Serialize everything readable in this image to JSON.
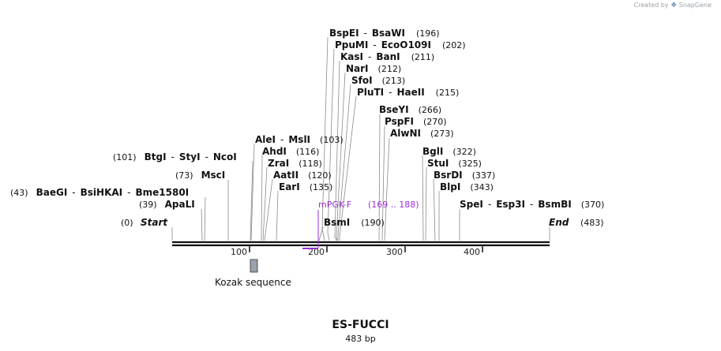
{
  "credit": {
    "prefix": "Created by",
    "brand": "SnapGene"
  },
  "plasmid": {
    "name": "ES-FUCCI",
    "size_label": "483 bp"
  },
  "map": {
    "length_bp": 483,
    "ticks": [
      {
        "label": "100"
      },
      {
        "label": "200"
      },
      {
        "label": "300"
      },
      {
        "label": "400"
      }
    ],
    "ends": [
      {
        "name": "Start",
        "position": 0,
        "pos_label": "(0)"
      },
      {
        "name": "End",
        "position": 483,
        "pos_label": "(483)"
      }
    ],
    "enzymes": [
      {
        "group": "BspEI - BsaWI",
        "pos_label": "(196)",
        "names": [
          "BspEI",
          "BsaWI"
        ]
      },
      {
        "group": "PpuMI - EcoO109I",
        "pos_label": "(202)",
        "names": [
          "PpuMI",
          "EcoO109I"
        ]
      },
      {
        "group": "KasI - BanI",
        "pos_label": "(211)",
        "names": [
          "KasI",
          "BanI"
        ]
      },
      {
        "group": "NarI",
        "pos_label": "(212)",
        "names": [
          "NarI"
        ]
      },
      {
        "group": "SfoI",
        "pos_label": "(213)",
        "names": [
          "SfoI"
        ]
      },
      {
        "group": "PluTI - HaeII",
        "pos_label": "(215)",
        "names": [
          "PluTI",
          "HaeII"
        ]
      },
      {
        "group": "BseYI",
        "pos_label": "(266)",
        "names": [
          "BseYI"
        ]
      },
      {
        "group": "PspFI",
        "pos_label": "(270)",
        "names": [
          "PspFI"
        ]
      },
      {
        "group": "AlwNI",
        "pos_label": "(273)",
        "names": [
          "AlwNI"
        ]
      },
      {
        "group": "AleI - MslI",
        "pos_label": "(103)",
        "names": [
          "AleI",
          "MslI"
        ]
      },
      {
        "group": "AhdI",
        "pos_label": "(116)",
        "names": [
          "AhdI"
        ]
      },
      {
        "group": "ZraI",
        "pos_label": "(118)",
        "names": [
          "ZraI"
        ]
      },
      {
        "group": "AatII",
        "pos_label": "(120)",
        "names": [
          "AatII"
        ]
      },
      {
        "group": "EarI",
        "pos_label": "(135)",
        "names": [
          "EarI"
        ]
      },
      {
        "group": "BtgI - StyI - NcoI",
        "pos_label": "(101)",
        "names": [
          "BtgI",
          "StyI",
          "NcoI"
        ]
      },
      {
        "group": "MscI",
        "pos_label": "(73)",
        "names": [
          "MscI"
        ]
      },
      {
        "group": "BaeGI - BsiHKAI - Bme1580I",
        "pos_label": "(43)",
        "names": [
          "BaeGI",
          "BsiHKAI",
          "Bme1580I"
        ]
      },
      {
        "group": "ApaLI",
        "pos_label": "(39)",
        "names": [
          "ApaLI"
        ]
      },
      {
        "group": "BglI",
        "pos_label": "(322)",
        "names": [
          "BglI"
        ]
      },
      {
        "group": "StuI",
        "pos_label": "(325)",
        "names": [
          "StuI"
        ]
      },
      {
        "group": "BsrDI",
        "pos_label": "(337)",
        "names": [
          "BsrDI"
        ]
      },
      {
        "group": "BlpI",
        "pos_label": "(343)",
        "names": [
          "BlpI"
        ]
      },
      {
        "group": "SpeI - Esp3I - BsmBI",
        "pos_label": "(370)",
        "names": [
          "SpeI",
          "Esp3I",
          "BsmBI"
        ]
      },
      {
        "group": "BsmI",
        "pos_label": "(190)",
        "names": [
          "BsmI"
        ]
      }
    ],
    "primer": {
      "name": "mPGK-F",
      "range_label": "(169 .. 188)",
      "start": 169,
      "end": 188,
      "color": "#9b30d9"
    },
    "features": [
      {
        "name": "Kozak sequence",
        "color": "#9aa3ab"
      }
    ]
  }
}
